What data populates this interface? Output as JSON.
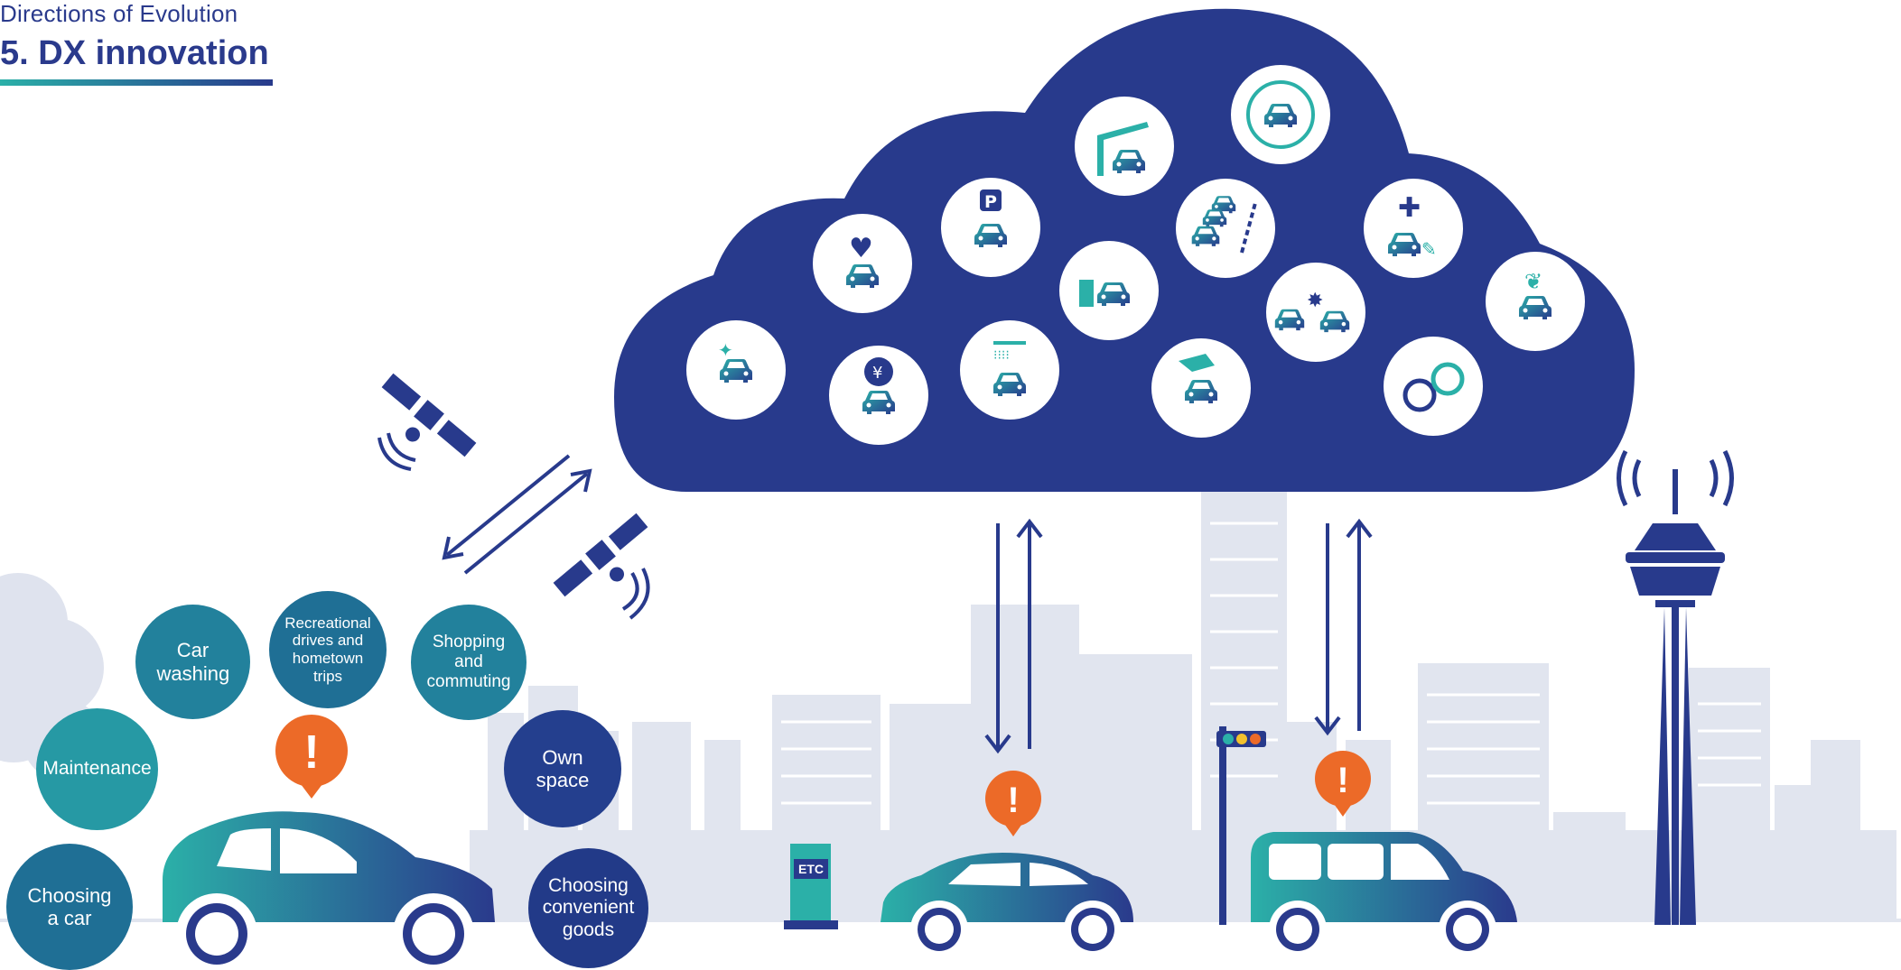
{
  "header": {
    "subtitle": "Directions of Evolution",
    "title": "5. DX innovation"
  },
  "etc_label": "ETC",
  "alert_symbol": "!",
  "needs_bubbles": [
    {
      "label": "Choosing a car",
      "color": "#1f6f95"
    },
    {
      "label": "Maintenance",
      "color": "#2699a4"
    },
    {
      "label": "Car washing",
      "color": "#22819c"
    },
    {
      "label": "Recreational drives and hometown trips",
      "color": "#1f6f95"
    },
    {
      "label": "Shopping and commuting",
      "color": "#22819c"
    },
    {
      "label": "Own space",
      "color": "#243f8e"
    },
    {
      "label": "Choosing convenient goods",
      "color": "#223a88"
    }
  ],
  "cloud_services": [
    {
      "icon": "car-sparkle-icon"
    },
    {
      "icon": "car-heart-icon"
    },
    {
      "icon": "car-yen-icon"
    },
    {
      "icon": "car-parking-icon"
    },
    {
      "icon": "car-wash-icon"
    },
    {
      "icon": "car-garage-icon"
    },
    {
      "icon": "car-fuel-icon"
    },
    {
      "icon": "car-ev-charge-icon"
    },
    {
      "icon": "traffic-jam-icon"
    },
    {
      "icon": "car-oil-icon"
    },
    {
      "icon": "car-collision-icon"
    },
    {
      "icon": "car-repair-icon"
    },
    {
      "icon": "tire-change-icon"
    },
    {
      "icon": "car-eco-icon"
    }
  ],
  "colors": {
    "navy": "#283a8c",
    "teal": "#2bb0a8",
    "alert": "#ec6a28",
    "city": "#dfe3ee"
  }
}
